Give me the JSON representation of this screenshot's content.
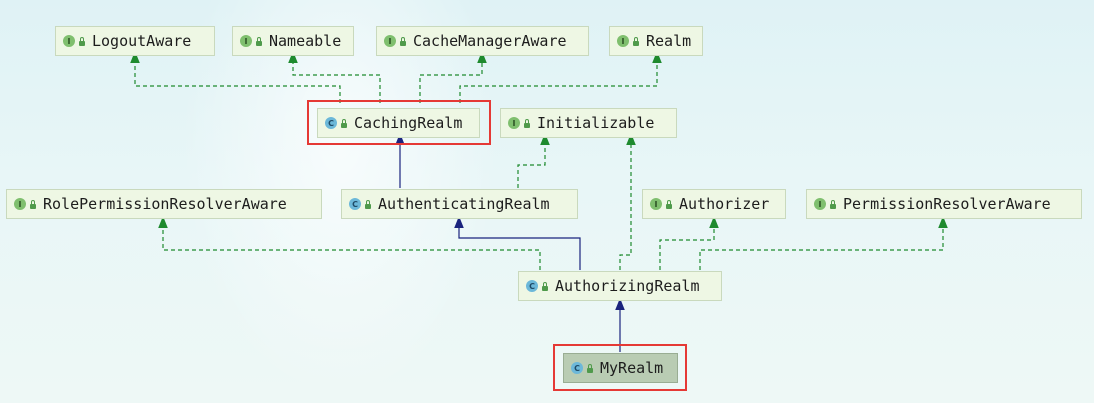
{
  "nodes": {
    "logout_aware": "LogoutAware",
    "nameable": "Nameable",
    "cache_manager_aware": "CacheManagerAware",
    "realm": "Realm",
    "caching_realm": "CachingRealm",
    "initializable": "Initializable",
    "role_permission_resolver_aware": "RolePermissionResolverAware",
    "authenticating_realm": "AuthenticatingRealm",
    "authorizer": "Authorizer",
    "permission_resolver_aware": "PermissionResolverAware",
    "authorizing_realm": "AuthorizingRealm",
    "my_realm": "MyRealm"
  },
  "icons": {
    "interface": "I",
    "class": "C"
  },
  "colors": {
    "implements_edge": "#1e8a2e",
    "extends_edge": "#1a237e",
    "highlight": "#e53935",
    "node_bg": "#eef7e4",
    "selected_node_bg": "#b9ccb3"
  }
}
